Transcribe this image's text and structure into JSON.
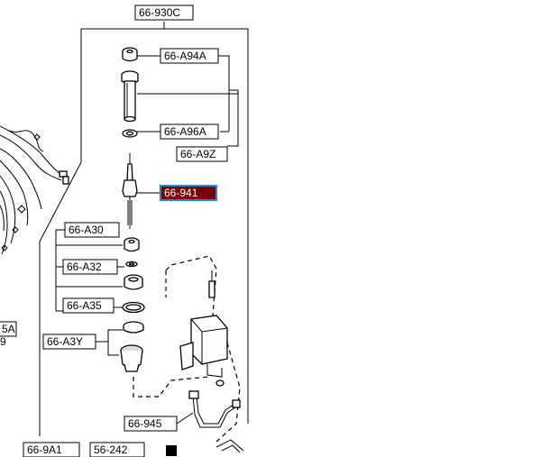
{
  "labels": {
    "assembly": "66-930C",
    "nut": "66-A94A",
    "washer": "66-A96A",
    "kit": "66-A9Z",
    "mast": "66-941",
    "grommet_upper": "66-A30",
    "spacer": "66-A32",
    "gasket": "66-A35",
    "base": "66-A3Y",
    "cable": "66-945",
    "bottom_left": "66-9A1",
    "bottom_mid": "56-242",
    "left_partial": "5A",
    "left_partial_2": "9"
  },
  "colors": {
    "highlight_fill": "#7a0000",
    "highlight_border": "#1a8fd0"
  }
}
